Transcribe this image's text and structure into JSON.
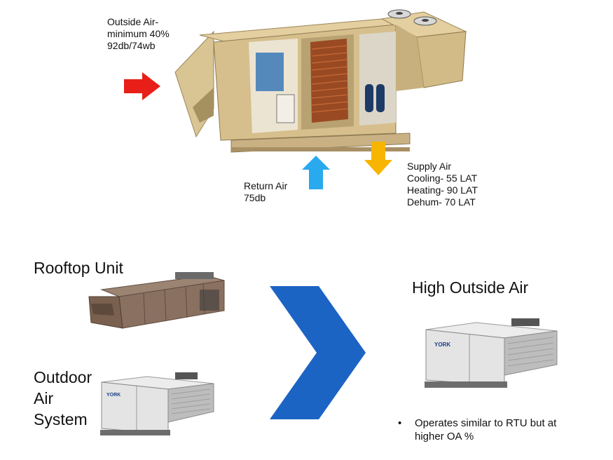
{
  "top_diagram": {
    "outside_air": [
      "Outside Air-",
      "minimum 40%",
      "92db/74wb"
    ],
    "return_air": [
      "Return Air",
      "75db"
    ],
    "supply_air": [
      "Supply Air",
      "Cooling- 55 LAT",
      "Heating- 90 LAT",
      "Dehum- 70 LAT"
    ],
    "arrow_colors": {
      "outside": "#e81f18",
      "return": "#29a9ee",
      "supply": "#f7b500"
    }
  },
  "bottom": {
    "rooftop_label": "Rooftop Unit",
    "outdoor_label": [
      "Outdoor",
      "Air",
      "System"
    ],
    "high_oa_label": "High Outside Air",
    "bullet": "•",
    "bullet_text": [
      "Operates similar to RTU but at",
      "higher OA %"
    ],
    "york_logo": "YORK",
    "chevron_color": "#1c64c4"
  }
}
